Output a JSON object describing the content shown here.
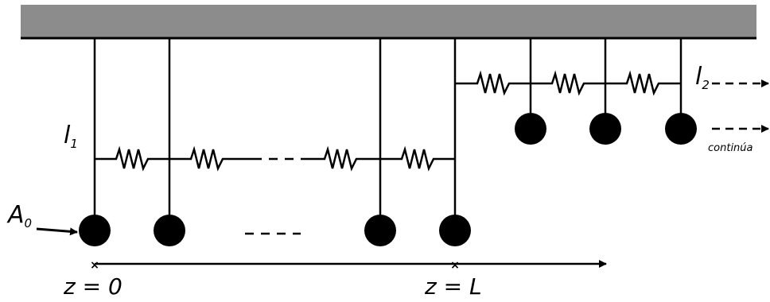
{
  "colors": {
    "ceiling": "#8c8c8c",
    "line": "#000000",
    "ball": "#000000",
    "background": "#ffffff"
  },
  "labels": {
    "l1_main": "l",
    "l1_sub": "1",
    "l2_main": "l",
    "l2_sub": "2",
    "a0_main": "A",
    "a0_sub": "0",
    "z0": "z = 0",
    "zL": "z = L",
    "continua": "continúa"
  }
}
